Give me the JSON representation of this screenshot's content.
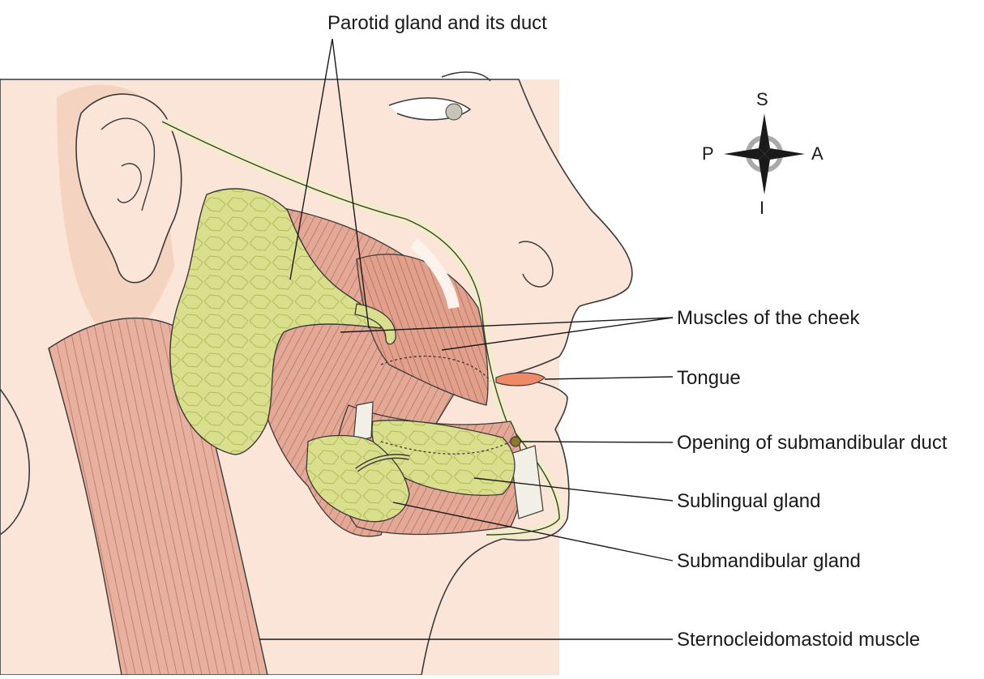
{
  "labels": {
    "parotid": "Parotid gland and its duct",
    "cheek_muscles": "Muscles of the cheek",
    "tongue": "Tongue",
    "submandibular_duct_opening": "Opening of submandibular duct",
    "sublingual": "Sublingual gland",
    "submandibular": "Submandibular gland",
    "sternocleidomastoid": "Sternocleidomastoid muscle"
  },
  "compass": {
    "superior": "S",
    "inferior": "I",
    "posterior": "P",
    "anterior": "A"
  },
  "colors": {
    "skin": "#fbe5d8",
    "skin_shadow": "#f4d3c1",
    "muscle": "#e3a896",
    "muscle_stripe": "#b36a5c",
    "gland": "#d9df8c",
    "gland_outline": "#8e9a3a",
    "tongue": "#ee8a66",
    "bone": "#f2efe6",
    "outline": "#3a3a3a"
  }
}
